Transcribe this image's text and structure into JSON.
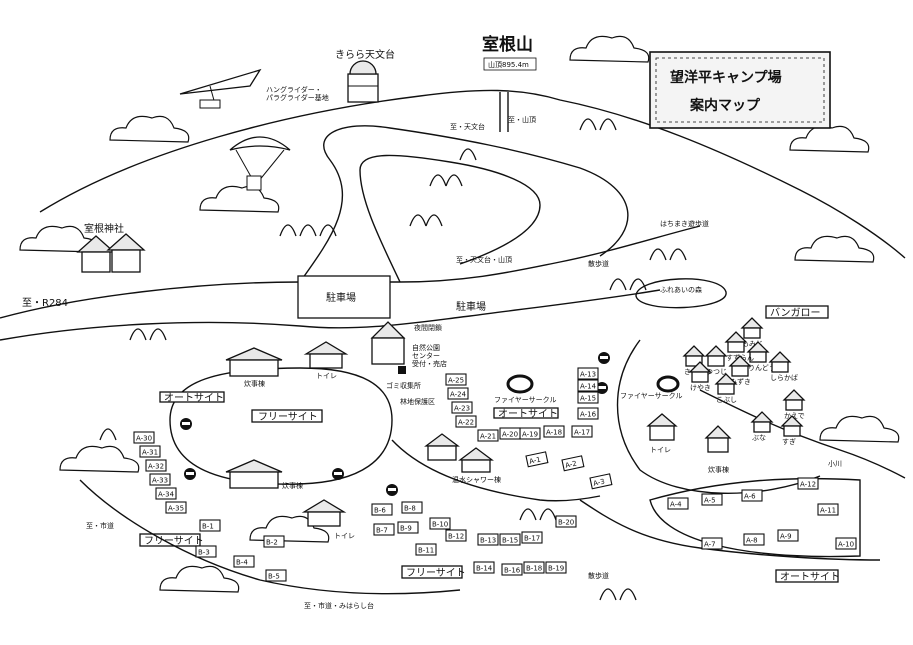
{
  "title": {
    "line1": "望洋平キャンプ場",
    "line2": "案内マップ"
  },
  "landmarks": {
    "mountain": "室根山",
    "summit": "山頂895.4m",
    "observatory": "きらら天文台",
    "hang_glider": "ハングライダー・\nパラグライダー基地",
    "shrine": "室根神社",
    "fureai": "ふれあいの森",
    "bungalow": "バンガロー",
    "ogawa": "小川"
  },
  "directions": {
    "r284": "至・R284",
    "to_tenmondai": "至・天文台",
    "to_sancho": "至・山頂",
    "to_tenmondai_sancho": "至・天文台・山頂",
    "to_ichikoshi": "至・市道",
    "to_ichikoshi_mihara": "至・市道・みはらし台"
  },
  "paths": {
    "sanpodo_1": "散歩道",
    "sanpodo_2": "散歩道",
    "hachimaki": "はちまき遊歩道"
  },
  "parking": {
    "upper": "駐車場",
    "lower": "駐車場"
  },
  "facilities": {
    "center": "自然公園\nセンター\n受付・売店",
    "night_gate": "夜間閉鎖",
    "garbage": "ゴミ収集所",
    "fire_area": "林地保護区",
    "cook_1": "炊事棟",
    "cook_2": "炊事棟",
    "cook_3": "炊事棟",
    "toilet_1": "トイレ",
    "toilet_2": "トイレ",
    "toilet_3": "トイレ",
    "shower": "温水シャワー棟",
    "fire_circle_1": "ファイヤーサークル",
    "fire_circle_2": "ファイヤーサークル"
  },
  "zones": {
    "auto_site_1": "オートサイト",
    "auto_site_2": "オートサイト",
    "auto_site_3": "オートサイト",
    "free_site_1": "フリーサイト",
    "free_site_2": "フリーサイト",
    "free_site_3": "フリーサイト"
  },
  "bungalows": [
    "もみじ",
    "りんどう",
    "すずらん",
    "ききょう",
    "つつじ",
    "みずき",
    "けやき",
    "こぶし",
    "しらかば",
    "かえで",
    "ぶな",
    "すぎ"
  ],
  "sites": {
    "A": [
      "A-1",
      "A-2",
      "A-3",
      "A-4",
      "A-5",
      "A-6",
      "A-7",
      "A-8",
      "A-9",
      "A-10",
      "A-11",
      "A-12",
      "A-13",
      "A-14",
      "A-15",
      "A-16",
      "A-17",
      "A-18",
      "A-19",
      "A-20",
      "A-21",
      "A-22",
      "A-23",
      "A-24",
      "A-25",
      "A-30",
      "A-31",
      "A-32",
      "A-33",
      "A-34",
      "A-35"
    ],
    "B": [
      "B-1",
      "B-2",
      "B-3",
      "B-4",
      "B-5",
      "B-6",
      "B-7",
      "B-8",
      "B-9",
      "B-10",
      "B-11",
      "B-12",
      "B-13",
      "B-14",
      "B-15",
      "B-16",
      "B-17",
      "B-18",
      "B-19",
      "B-20"
    ]
  }
}
